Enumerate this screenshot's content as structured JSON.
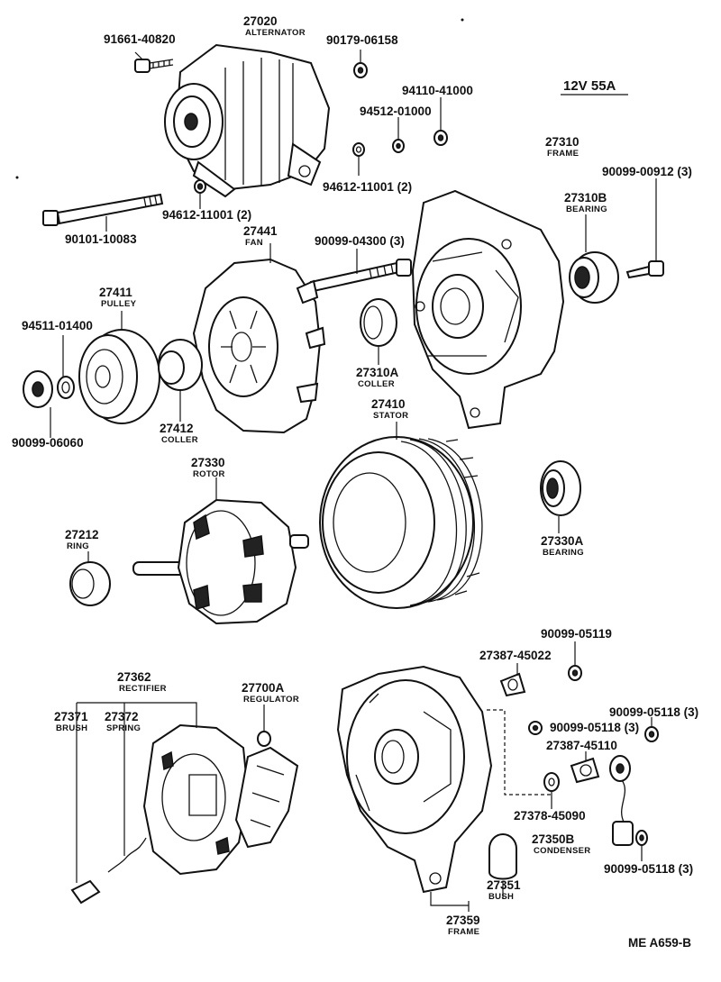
{
  "header": {
    "rating": "12V 55A"
  },
  "footer": {
    "code": "ME A659-B"
  },
  "labels": [
    {
      "id": "alternator",
      "number": "27020",
      "name": "ALTERNATOR"
    },
    {
      "id": "bolt-top",
      "number": "91661-40820",
      "name": ""
    },
    {
      "id": "nut-90179",
      "number": "90179-06158",
      "name": ""
    },
    {
      "id": "nut-94110",
      "number": "94110-41000",
      "name": ""
    },
    {
      "id": "washer-94512",
      "number": "94512-01000",
      "name": ""
    },
    {
      "id": "washer-94612-right",
      "number": "94612-11001 (2)",
      "name": ""
    },
    {
      "id": "washer-94612-left",
      "number": "94612-11001 (2)",
      "name": ""
    },
    {
      "id": "through-bolt",
      "number": "90101-10083",
      "name": ""
    },
    {
      "id": "fan",
      "number": "27441",
      "name": "FAN"
    },
    {
      "id": "screw-04300",
      "number": "90099-04300 (3)",
      "name": ""
    },
    {
      "id": "frame-front",
      "number": "27310",
      "name": "FRAME"
    },
    {
      "id": "screw-00912",
      "number": "90099-00912 (3)",
      "name": ""
    },
    {
      "id": "bearing-front",
      "number": "27310B",
      "name": "BEARING"
    },
    {
      "id": "pulley",
      "number": "27411",
      "name": "PULLEY"
    },
    {
      "id": "washer-94511",
      "number": "94511-01400",
      "name": ""
    },
    {
      "id": "nut-06060",
      "number": "90099-06060",
      "name": ""
    },
    {
      "id": "collar-front",
      "number": "27412",
      "name": "COLLER"
    },
    {
      "id": "collar-frame",
      "number": "27310A",
      "name": "COLLER"
    },
    {
      "id": "stator",
      "number": "27410",
      "name": "STATOR"
    },
    {
      "id": "rotor",
      "number": "27330",
      "name": "ROTOR"
    },
    {
      "id": "ring",
      "number": "27212",
      "name": "RING"
    },
    {
      "id": "bearing-rear",
      "number": "27330A",
      "name": "BEARING"
    },
    {
      "id": "nut-05119",
      "number": "90099-05119",
      "name": ""
    },
    {
      "id": "terminal-45022",
      "number": "27387-45022",
      "name": ""
    },
    {
      "id": "rectifier",
      "number": "27362",
      "name": "RECTIFIER"
    },
    {
      "id": "regulator",
      "number": "27700A",
      "name": "REGULATOR"
    },
    {
      "id": "brush",
      "number": "27371",
      "name": "BRUSH"
    },
    {
      "id": "spring",
      "number": "27372",
      "name": "SPRING"
    },
    {
      "id": "nut-05118-a",
      "number": "90099-05118 (3)",
      "name": ""
    },
    {
      "id": "nut-05118-b",
      "number": "90099-05118 (3)",
      "name": ""
    },
    {
      "id": "terminal-45110",
      "number": "27387-45110",
      "name": ""
    },
    {
      "id": "insulator-45090",
      "number": "27378-45090",
      "name": ""
    },
    {
      "id": "condenser",
      "number": "27350B",
      "name": "CONDENSER"
    },
    {
      "id": "nut-05118-c",
      "number": "90099-05118 (3)",
      "name": ""
    },
    {
      "id": "bush",
      "number": "27351",
      "name": "BUSH"
    },
    {
      "id": "frame-rear",
      "number": "27359",
      "name": "FRAME"
    }
  ]
}
